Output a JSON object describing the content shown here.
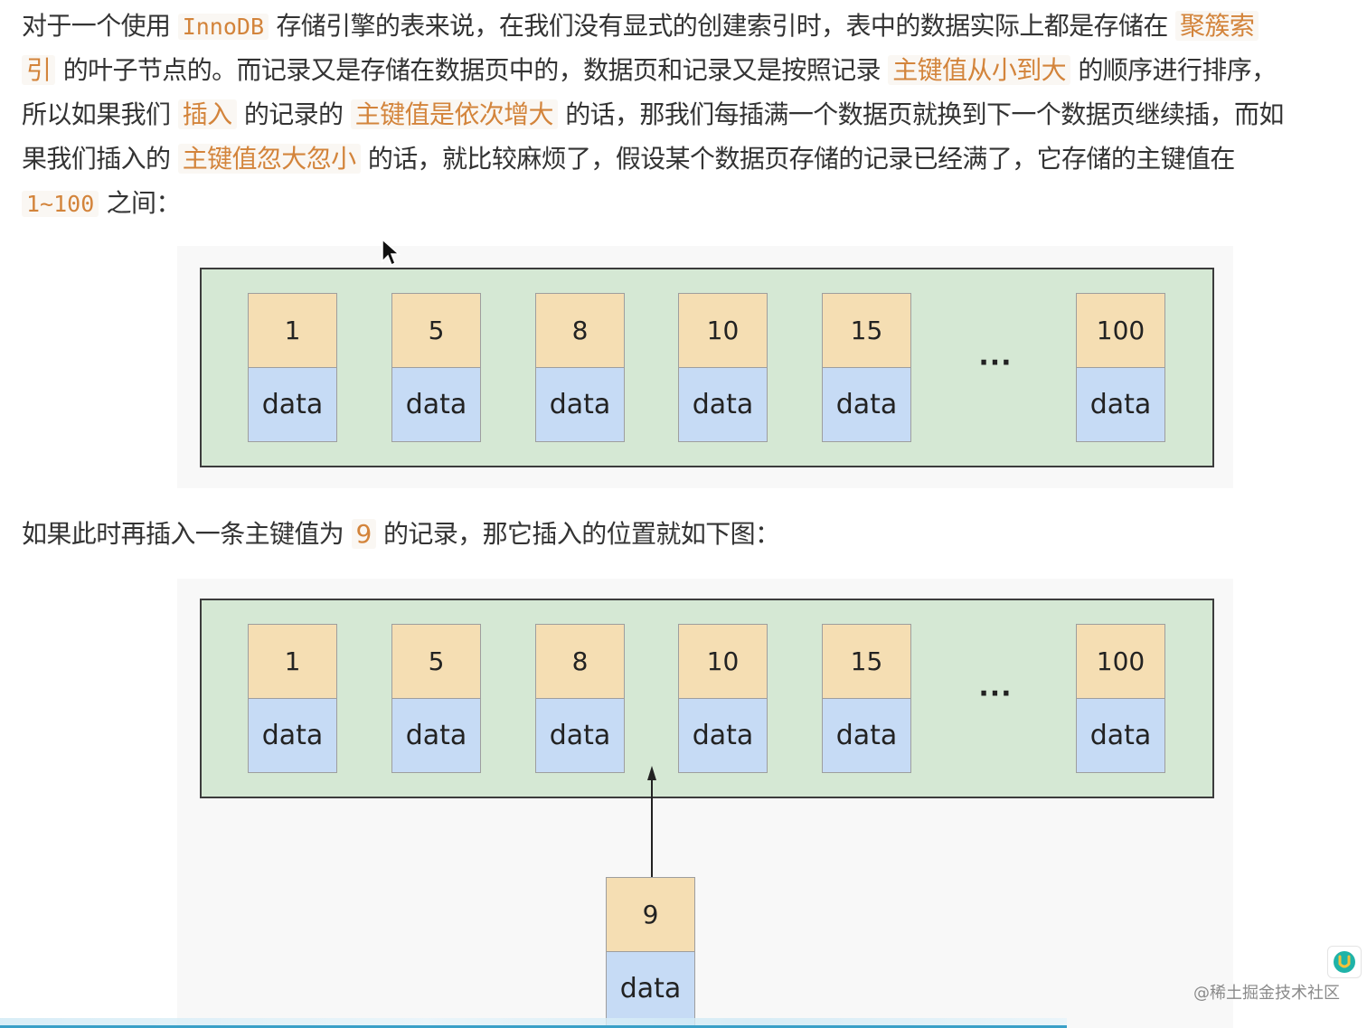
{
  "paragraph1": {
    "l1_a": "对于一个使用 ",
    "l1_code": "InnoDB",
    "l1_b": " 存储引擎的表来说，在我们没有显式的创建索引时，表中的数据实际上都是存储在 ",
    "l1_hl": "聚簇索",
    "l2_hl": "引",
    "l2_a": " 的叶子节点的。而记录又是存储在数据页中的，数据页和记录又是按照记录 ",
    "l2_hl2": "主键值从小到大",
    "l2_b": " 的顺序进行排序，",
    "l3_a": "所以如果我们 ",
    "l3_hl1": "插入",
    "l3_b": " 的记录的 ",
    "l3_hl2": "主键值是依次增大",
    "l3_c": " 的话，那我们每插满一个数据页就换到下一个数据页继续插，而如",
    "l4_a": "果我们插入的 ",
    "l4_hl": "主键值忽大忽小",
    "l4_b": " 的话，就比较麻烦了，假设某个数据页存储的记录已经满了，它存储的主键值在",
    "l5_code": "1~100",
    "l5_a": " 之间："
  },
  "paragraph2": {
    "a": "如果此时再插入一条主键值为 ",
    "hl": "9",
    "b": " 的记录，那它插入的位置就如下图："
  },
  "figure1": {
    "records": [
      {
        "key": "1",
        "value": "data"
      },
      {
        "key": "5",
        "value": "data"
      },
      {
        "key": "8",
        "value": "data"
      },
      {
        "key": "10",
        "value": "data"
      },
      {
        "key": "15",
        "value": "data"
      },
      {
        "key": "100",
        "value": "data"
      }
    ],
    "ellipsis": "···"
  },
  "figure2": {
    "records": [
      {
        "key": "1",
        "value": "data"
      },
      {
        "key": "5",
        "value": "data"
      },
      {
        "key": "8",
        "value": "data"
      },
      {
        "key": "10",
        "value": "data"
      },
      {
        "key": "15",
        "value": "data"
      },
      {
        "key": "100",
        "value": "data"
      }
    ],
    "ellipsis": "···",
    "new_record": {
      "key": "9",
      "value": "data"
    }
  },
  "watermark": "@稀土掘金技术社区",
  "colors": {
    "highlight_text": "#d3843b",
    "page_bg": "#d5e8d4",
    "key_bg": "#f5deb3",
    "data_bg": "#c6dbf5"
  }
}
